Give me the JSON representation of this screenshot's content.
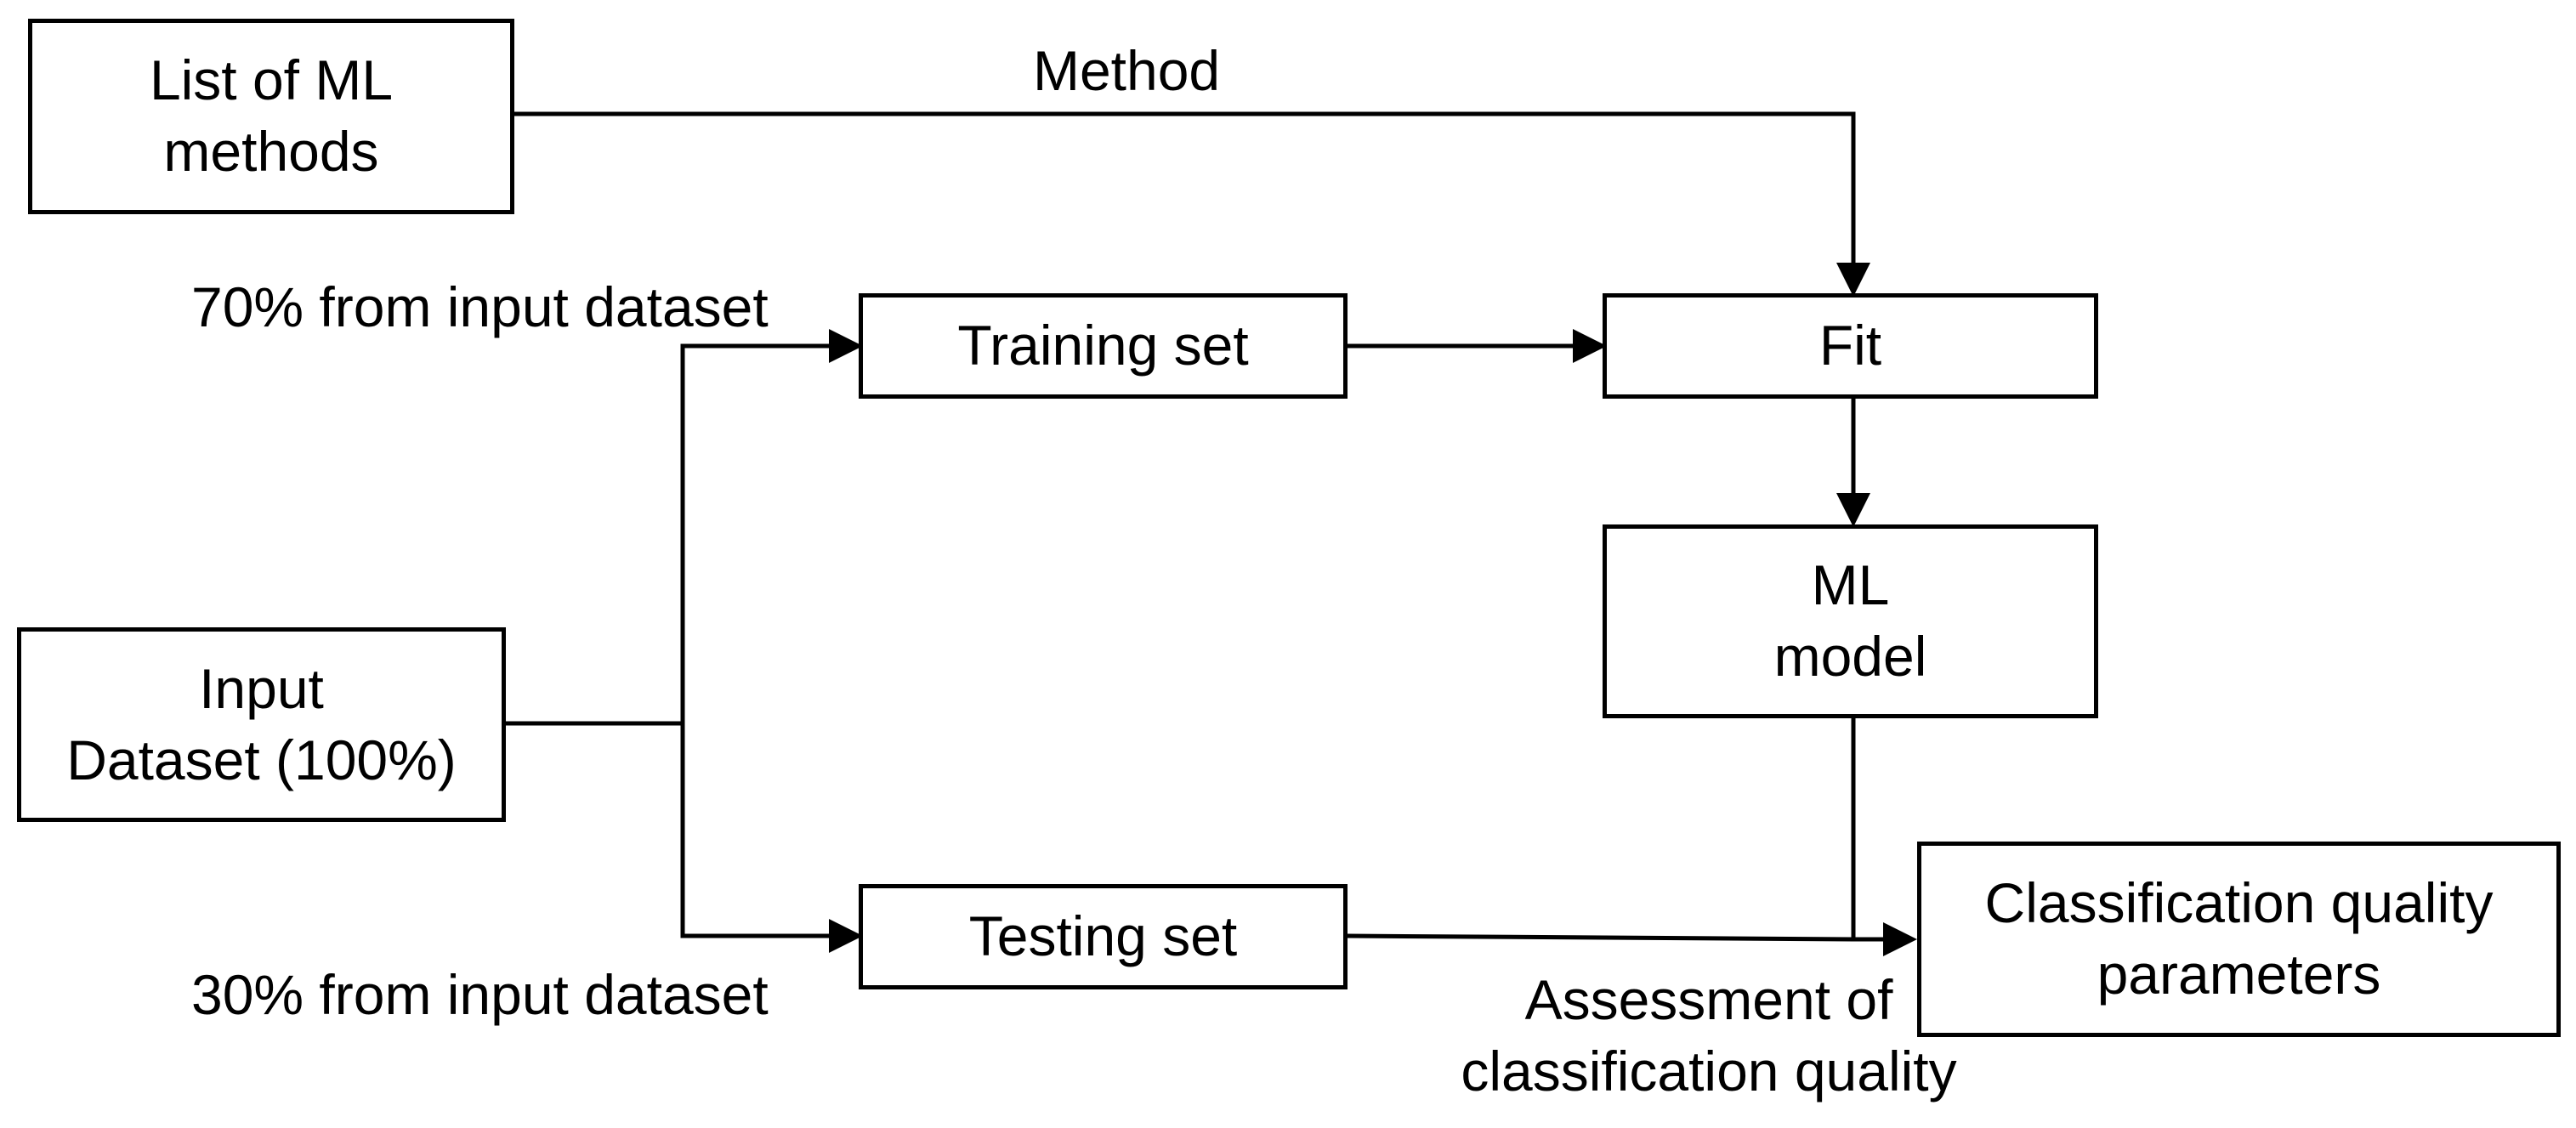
{
  "nodes": {
    "ml_methods": "List of ML\nmethods",
    "input_dataset": "Input\nDataset (100%)",
    "training_set": "Training set",
    "testing_set": "Testing set",
    "fit": "Fit",
    "ml_model": "ML\nmodel",
    "quality_params": "Classification quality\nparameters"
  },
  "edge_labels": {
    "method": "Method",
    "train_split": "70% from input dataset",
    "test_split": "30% from input dataset",
    "assessment": "Assessment of\nclassification quality"
  }
}
